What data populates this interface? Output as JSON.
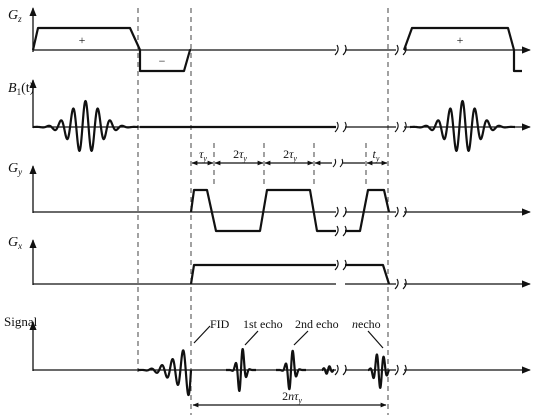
{
  "rows": {
    "gz": {
      "label_main": "G",
      "label_sub": "z",
      "signs": [
        "+",
        "−",
        "+"
      ]
    },
    "b1": {
      "label_main": "B",
      "label_sub": "1",
      "label_suffix": "(t)"
    },
    "gy": {
      "label_main": "G",
      "label_sub": "y",
      "intervals": [
        {
          "prefix": "",
          "main": "τ",
          "sub": "y"
        },
        {
          "prefix": "2",
          "main": "τ",
          "sub": "y"
        },
        {
          "prefix": "2",
          "main": "τ",
          "sub": "y"
        },
        {
          "prefix": "",
          "main": "t",
          "sub": "y"
        }
      ]
    },
    "gx": {
      "label_main": "G",
      "label_sub": "x"
    },
    "signal": {
      "label": "Signal",
      "annotations": [
        "FID",
        "1st echo",
        "2nd echo",
        "echo"
      ],
      "nth_prefix": "n",
      "total_interval": {
        "prefix": "2",
        "italic": "n",
        "main": "τ",
        "sub": "y"
      }
    }
  }
}
